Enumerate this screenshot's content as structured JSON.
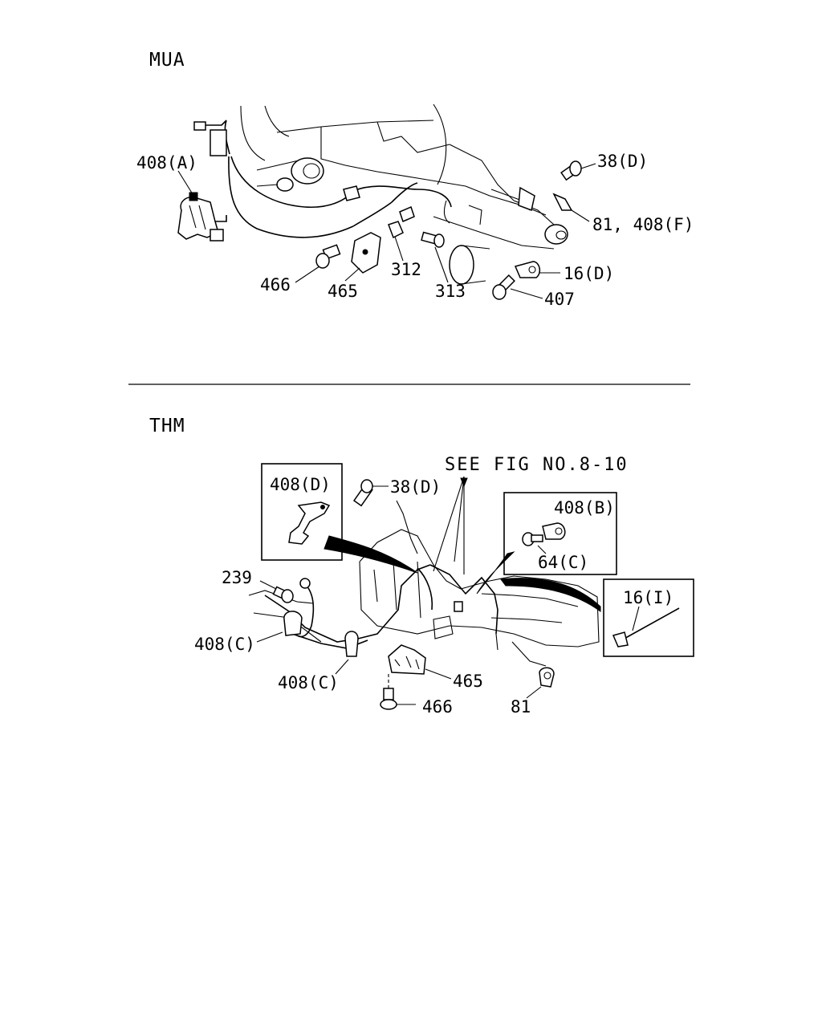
{
  "sections": {
    "top": {
      "title": "MUA",
      "callouts": {
        "p408a": "408(A)",
        "p38d": "38(D)",
        "p81_408f": "81, 408(F)",
        "p16d": "16(D)",
        "p407": "407",
        "p466": "466",
        "p465": "465",
        "p312": "312",
        "p313": "313"
      }
    },
    "bottom": {
      "title": "THM",
      "reference": "SEE FIG NO.8-10",
      "callouts": {
        "p408d": "408(D)",
        "p38d": "38(D)",
        "p408b": "408(B)",
        "p64c": "64(C)",
        "p16i": "16(I)",
        "p239": "239",
        "p408c_left": "408(C)",
        "p408c_bottom": "408(C)",
        "p465": "465",
        "p466": "466",
        "p81": "81"
      }
    }
  }
}
